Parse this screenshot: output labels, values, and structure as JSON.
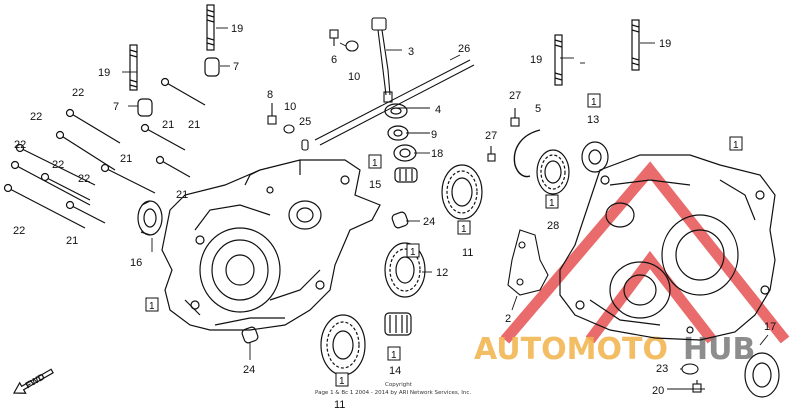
{
  "callouts": {
    "c19a": "19",
    "c19b": "19",
    "c19c": "19",
    "c19d": "19",
    "c7a": "7",
    "c7b": "7",
    "c6": "6",
    "c10a": "10",
    "c10b": "10",
    "c3": "3",
    "c26": "26",
    "c22a": "22",
    "c22b": "22",
    "c22c": "22",
    "c22d": "22",
    "c22e": "22",
    "c21a": "21",
    "c21b": "21",
    "c21c": "21",
    "c21d": "21",
    "c21e": "21",
    "c8": "8",
    "c25": "25",
    "c4": "4",
    "c9": "9",
    "c18": "18",
    "c15": "15",
    "c16": "16",
    "c24a": "24",
    "c24b": "24",
    "c11a": "11",
    "c11b": "11",
    "c12": "12",
    "c14": "14",
    "c27a": "27",
    "c27b": "27",
    "c5": "5",
    "c13": "13",
    "c28": "28",
    "c2": "2",
    "c17": "17",
    "c23": "23",
    "c20": "20"
  },
  "boxed_callouts": {
    "b1_left": "1",
    "b1_15": "1",
    "b1_11": "1",
    "b1_12": "1",
    "b1_14": "1",
    "b1_11b": "1",
    "b1_13": "1",
    "b1_28": "1",
    "b1_right": "1"
  },
  "fwd_label": "FWD",
  "copyright": {
    "line1": "Copyright",
    "line2": "Page 1 & Bc 1 2004 - 2014 by ARI Network Services, Inc."
  },
  "watermark": {
    "part1": "AUTOMOTO",
    "part2": "HUB"
  },
  "colors": {
    "line": "#111111",
    "watermark_red": "#e23a3a",
    "watermark_orange": "#f2b24a",
    "watermark_gray": "#7a7a7a"
  }
}
